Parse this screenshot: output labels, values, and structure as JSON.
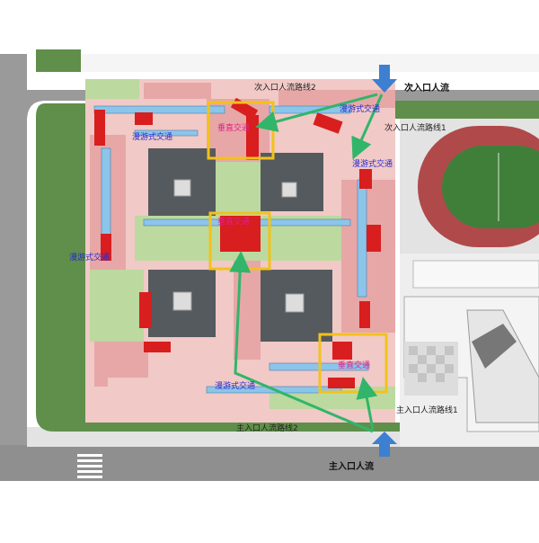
{
  "labels": {
    "secondary_entrance_flow": "次入口人流",
    "secondary_route_1": "次入口人流路线1",
    "secondary_route_2": "次入口人流路线2",
    "main_entrance_flow": "主入口人流",
    "main_route_1": "主入口人流路线1",
    "main_route_2": "主入口人流路线2",
    "wandering_traffic": "漫游式交通",
    "vertical_traffic": "垂直交通"
  },
  "colors": {
    "road": "#9a9a9a",
    "sidewalk": "#e3e3e3",
    "lawn": "#5f8f4a",
    "track": "#b04a4a",
    "field": "#3f7f3a",
    "building_pink": "#e7a7a7",
    "building_light_pink": "#f1c9c6",
    "green_zone": "#bcd9a0",
    "courtyard": "#555a5e",
    "red_core": "#d81e1e",
    "blue_strip": "#8cc5ea",
    "green_route": "#31b56a",
    "yellow_box": "#f2c21b",
    "arrow_blue": "#3d7fd0"
  },
  "icons": {
    "entrance_arrow": "down-arrow-icon",
    "main_entrance_arrow": "up-arrow-icon"
  }
}
